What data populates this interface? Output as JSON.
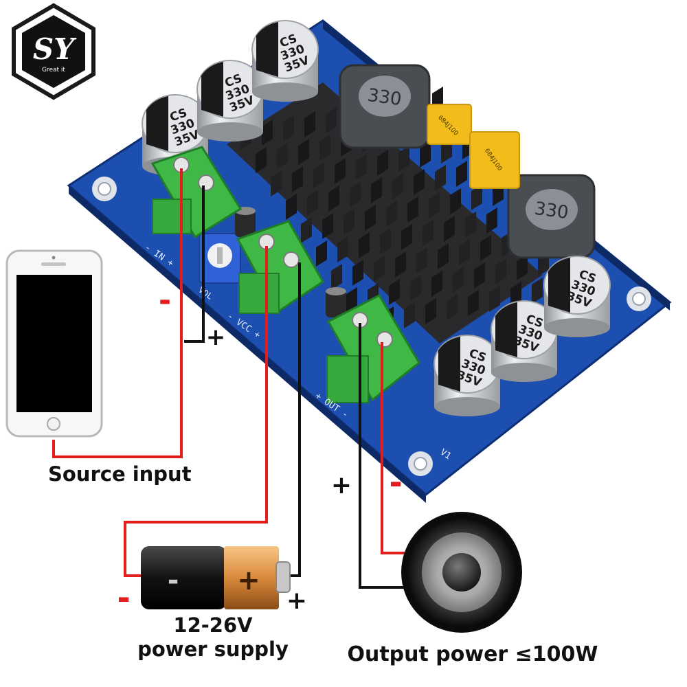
{
  "logo": {
    "monogram": "SY",
    "tagline": "Great it"
  },
  "board": {
    "capacitor_marking": {
      "brand": "CS",
      "value": "330",
      "voltage": "35V"
    },
    "inductor_marking": "330",
    "film_cap_marking": "684J100",
    "silkscreen": {
      "input": "- IN +",
      "vol": "VOL",
      "vcc": "- VCC +",
      "out": "+ OUT -",
      "version": "V1"
    }
  },
  "labels": {
    "source_input": "Source input",
    "power_supply_line1": "12-26V",
    "power_supply_line2": "power supply",
    "output_power": "Output power ≤100W"
  },
  "signs": {
    "input_minus": "-",
    "input_plus": "+",
    "battery_minus": "-",
    "battery_plus": "+",
    "battery_body_minus": "-",
    "battery_body_plus": "+",
    "output_plus": "+",
    "output_minus": "-"
  },
  "colors": {
    "pcb": "#1d4fb0",
    "heatsink": "#1e1e20",
    "terminal": "#46c84a",
    "wire_red": "#e31d1d",
    "wire_black": "#111111",
    "capacitor": "#c9ccd0",
    "film_cap": "#f2bd1a"
  }
}
